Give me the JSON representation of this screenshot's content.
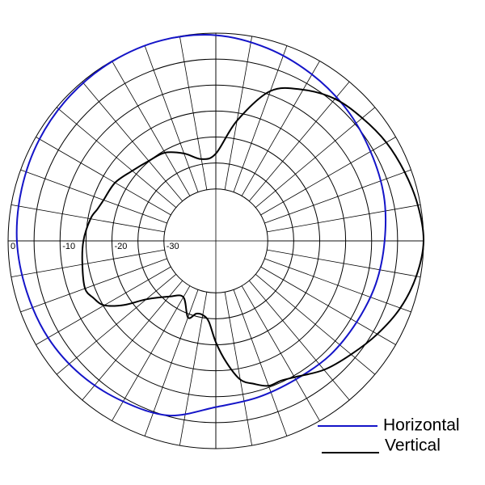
{
  "chart_data": {
    "type": "polar",
    "title": "",
    "radial_axis": {
      "unit": "dB",
      "range": [
        -40,
        0
      ],
      "ticks": [
        0,
        -10,
        -20,
        -30
      ],
      "tick_labels": [
        "0",
        "-10",
        "-20",
        "-30"
      ]
    },
    "angular_grid_step_deg": 10,
    "legend": {
      "position": "bottom-right"
    },
    "series": [
      {
        "name": "Horizontal",
        "color": "#1414c8",
        "angles_deg": [
          0,
          15,
          30,
          45,
          60,
          75,
          90,
          105,
          120,
          135,
          150,
          165,
          180,
          195,
          210,
          225,
          240,
          255,
          270,
          285,
          300,
          315,
          330,
          345
        ],
        "values_db": [
          -7.5,
          -6.5,
          -5.6,
          -4.3,
          -3.0,
          -1.6,
          -0.4,
          0.0,
          -0.1,
          -0.4,
          -0.8,
          -1.3,
          -1.7,
          -2.3,
          -2.7,
          -3.4,
          -4.3,
          -5.2,
          -8.0,
          -8.8,
          -9.2,
          -8.9,
          -8.7,
          -8.1
        ]
      },
      {
        "name": "Vertical",
        "color": "#000000",
        "angles_deg": [
          0,
          10,
          20,
          30,
          40,
          50,
          60,
          70,
          80,
          90,
          100,
          110,
          120,
          130,
          140,
          150,
          160,
          165,
          170,
          180,
          190,
          200,
          205,
          210,
          215,
          220,
          230,
          240,
          250,
          255,
          260,
          265,
          270,
          275,
          280,
          285,
          290,
          295,
          300,
          310,
          320,
          330,
          340,
          350
        ],
        "values_db": [
          0.0,
          -0.5,
          -1.3,
          -2.1,
          -3.2,
          -4.3,
          -6.4,
          -9.3,
          -16.5,
          -23.2,
          -24.0,
          -22.1,
          -20.4,
          -19.9,
          -19.0,
          -17.6,
          -17.0,
          -16.4,
          -15.5,
          -14.5,
          -13.9,
          -13.2,
          -14.0,
          -15.2,
          -18.5,
          -22.5,
          -26.0,
          -27.5,
          -24.3,
          -25.5,
          -25.5,
          -24.4,
          -20.5,
          -16.5,
          -12.9,
          -11.5,
          -10.3,
          -10.3,
          -9.7,
          -7.6,
          -6.0,
          -4.1,
          -2.2,
          -0.8
        ]
      }
    ]
  }
}
